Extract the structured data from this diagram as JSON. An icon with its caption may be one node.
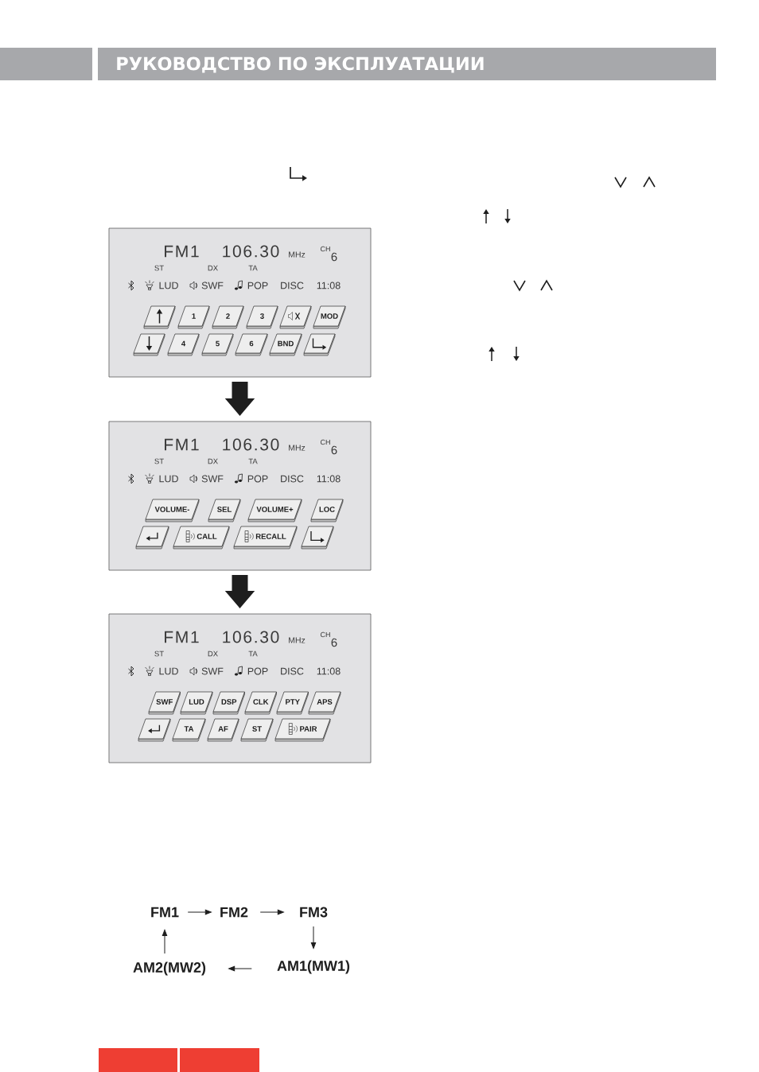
{
  "diagram": {
    "title": "РУКОВОДСТВО ПО ЭКСПЛУАТАЦИИ",
    "nodes": [
      {
        "text": [
          "FM1",
          "106.30",
          "MHz",
          "CH",
          "6",
          "ST",
          "DX",
          "TA",
          "LUD",
          "SWF",
          "POP",
          "DISC",
          "11:08"
        ]
      },
      {
        "text": [],
        "shape": "box",
        "in": 0
      },
      {
        "text": [
          "1"
        ],
        "in": 0
      },
      {
        "text": [
          "2"
        ],
        "in": 0
      },
      {
        "text": [
          "3"
        ],
        "in": 0
      },
      {
        "text": [],
        "shape": "box",
        "in": 0
      },
      {
        "text": [
          "MOD"
        ],
        "in": 0
      },
      {
        "text": [],
        "shape": "box",
        "in": 0
      },
      {
        "text": [
          "4"
        ],
        "in": 0
      },
      {
        "text": [
          "5"
        ],
        "in": 0
      },
      {
        "text": [
          "6"
        ],
        "in": 0
      },
      {
        "text": [
          "BND"
        ],
        "in": 0
      },
      {
        "text": [],
        "shape": "box",
        "in": 0
      },
      {
        "text": [
          "FM1",
          "106.30",
          "MHz",
          "CH",
          "6",
          "ST",
          "DX",
          "TA",
          "LUD",
          "SWF",
          "POP",
          "DISC",
          "11:08"
        ]
      },
      {
        "text": [
          "VOLUME-"
        ],
        "in": 13
      },
      {
        "text": [
          "SEL"
        ],
        "in": 13
      },
      {
        "text": [
          "VOLUME+"
        ],
        "in": 13
      },
      {
        "text": [
          "LOC"
        ],
        "in": 13
      },
      {
        "text": [],
        "shape": "box",
        "in": 13
      },
      {
        "text": [
          "CALL"
        ],
        "in": 13
      },
      {
        "text": [
          "RECALL"
        ],
        "in": 13
      },
      {
        "text": [],
        "shape": "box",
        "in": 13
      },
      {
        "text": [
          "FM1",
          "106.30",
          "MHz",
          "CH",
          "6",
          "ST",
          "DX",
          "TA",
          "LUD",
          "SWF",
          "POP",
          "DISC",
          "11:08"
        ]
      },
      {
        "text": [
          "SWF"
        ],
        "in": 22
      },
      {
        "text": [
          "LUD"
        ],
        "in": 22
      },
      {
        "text": [
          "DSP"
        ],
        "in": 22
      },
      {
        "text": [
          "CLK"
        ],
        "in": 22
      },
      {
        "text": [
          "PTY"
        ],
        "in": 22
      },
      {
        "text": [
          "APS"
        ],
        "in": 22
      },
      {
        "text": [],
        "shape": "box",
        "in": 22
      },
      {
        "text": [
          "TA"
        ],
        "in": 22
      },
      {
        "text": [
          "AF"
        ],
        "in": 22
      },
      {
        "text": [
          "ST"
        ],
        "in": 22
      },
      {
        "text": [
          "PAIR"
        ],
        "in": 22
      },
      {
        "text": [
          "FM1"
        ]
      },
      {
        "text": [
          "FM2"
        ]
      },
      {
        "text": [
          "FM3"
        ]
      },
      {
        "text": [
          "AM2(MW2)"
        ]
      },
      {
        "text": [
          "AM1(MW1)"
        ]
      }
    ],
    "edges": [
      {
        "from": 0,
        "to": 13,
        "arrow": "to",
        "style": "thick"
      },
      {
        "from": 13,
        "to": 22,
        "arrow": "to",
        "style": "thick"
      },
      {
        "from": 34,
        "to": 35,
        "arrow": "to"
      },
      {
        "from": 35,
        "to": 36,
        "arrow": "to"
      },
      {
        "from": 36,
        "to": 38,
        "arrow": "to"
      },
      {
        "from": 38,
        "to": 37,
        "arrow": "to"
      },
      {
        "from": 37,
        "to": 34,
        "arrow": "to"
      }
    ]
  }
}
